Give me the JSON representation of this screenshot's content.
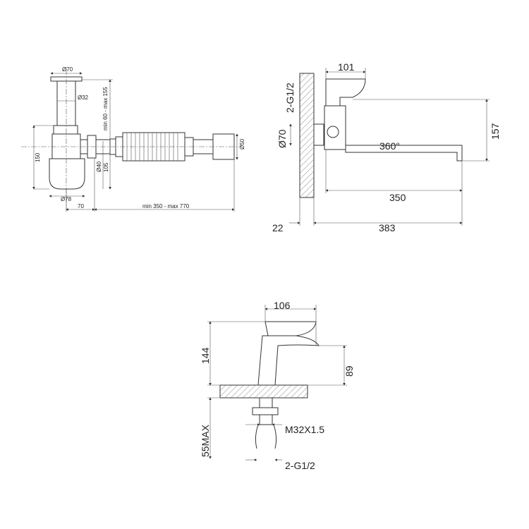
{
  "siphon": {
    "dim_cap": "Ø70",
    "dim_stem": "Ø32",
    "dim_height_range": "min 60 - max 155",
    "dim_outlet": "Ø50",
    "dim_total_height": "150",
    "dim_pipe": "Ø40",
    "dim_outlet_height": "105",
    "dim_bowl": "Ø78",
    "dim_offset": "70",
    "dim_length_range": "min 350 - max 770"
  },
  "wall_faucet": {
    "dim_thread": "2-G1/2",
    "dim_flange": "Ø70",
    "dim_body_width": "101",
    "dim_height": "157",
    "dim_rotation": "360°",
    "dim_spout": "350",
    "dim_wall_gap": "22",
    "dim_total_length": "383"
  },
  "basin_faucet": {
    "dim_reach": "106",
    "dim_height": "144",
    "dim_spout_height": "89",
    "dim_max_thickness": "55MAX",
    "dim_mount_thread": "M32X1.5",
    "dim_hose_thread": "2-G1/2"
  }
}
